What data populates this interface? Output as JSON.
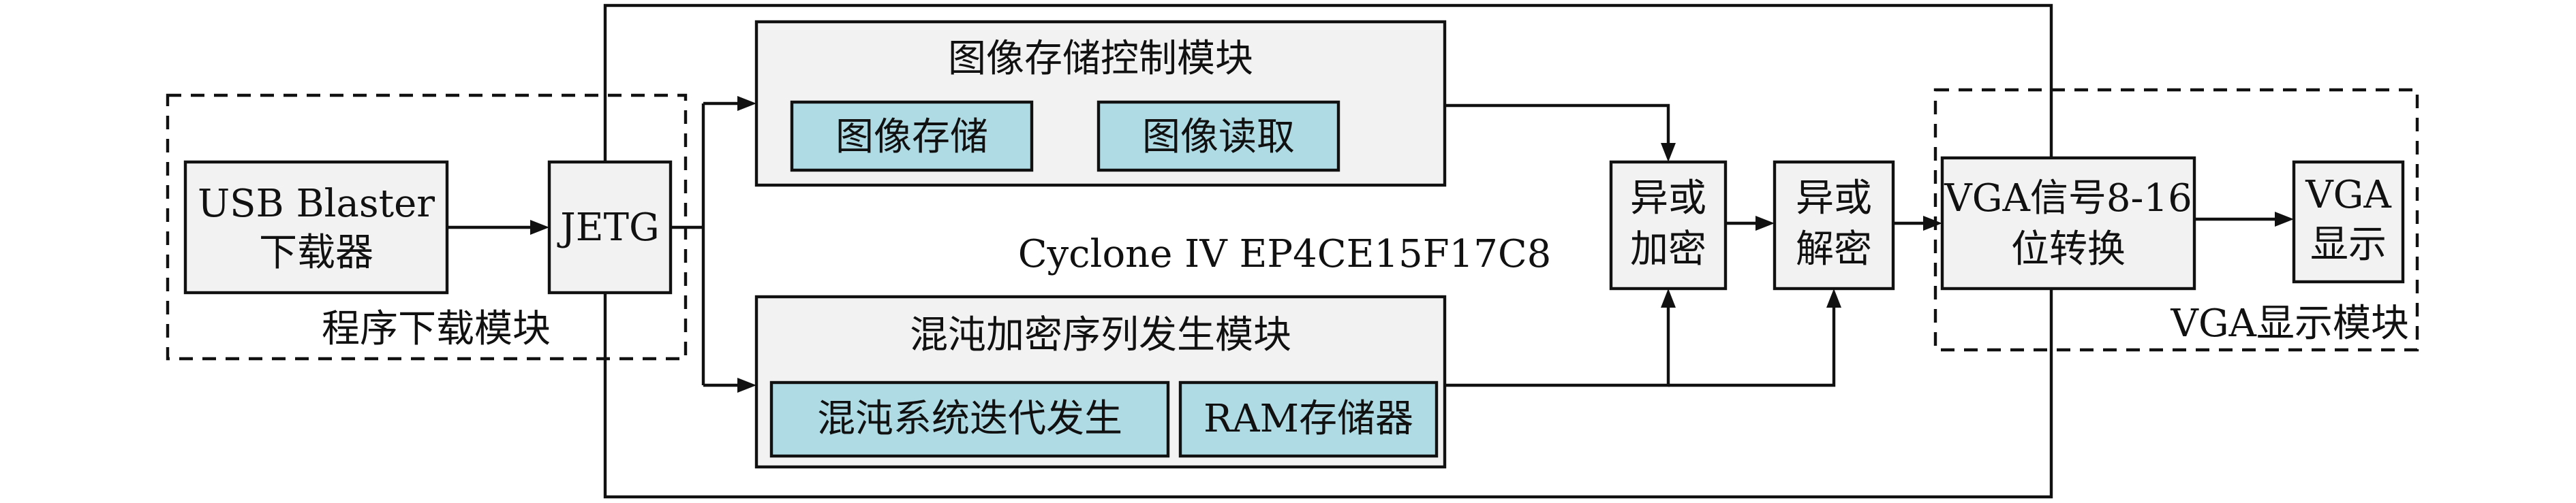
{
  "program_download_module": {
    "label": "程序下载模块"
  },
  "usb_blaster": {
    "line1": "USB Blaster",
    "line2": "下载器"
  },
  "jetg": {
    "label": "JETG"
  },
  "fpga": {
    "label": "Cyclone IV EP4CE15F17C8"
  },
  "image_storage_control": {
    "title": "图像存储控制模块",
    "sub_store": "图像存储",
    "sub_read": "图像读取"
  },
  "chaos_sequence": {
    "title": "混沌加密序列发生模块",
    "sub_iter": "混沌系统迭代发生",
    "sub_ram": "RAM存储器"
  },
  "xor_encrypt": {
    "line1": "异或",
    "line2": "加密"
  },
  "xor_decrypt": {
    "line1": "异或",
    "line2": "解密"
  },
  "vga_convert": {
    "line1": "VGA信号8-16",
    "line2": "位转换"
  },
  "vga_display": {
    "line1": "VGA",
    "line2": "显示"
  },
  "vga_display_module": {
    "label": "VGA显示模块"
  }
}
